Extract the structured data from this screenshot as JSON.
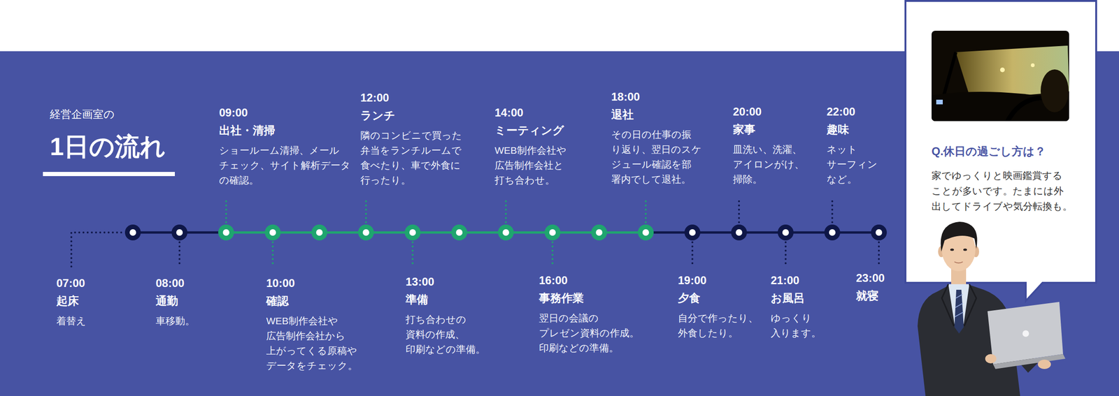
{
  "diagram": {
    "title": "1日の流れ",
    "nodes": [
      {
        "text": [
          "07:00",
          "起床",
          "着替え"
        ]
      },
      {
        "text": [
          "08:00",
          "通勤",
          "車移動。"
        ]
      },
      {
        "text": [
          "09:00",
          "出社・清掃",
          "ショールーム清掃、メール チェック、サイト解析データ の確認。"
        ]
      },
      {
        "text": [
          "10:00",
          "確認",
          "WEB制作会社や 広告制作会社から 上がってくる原稿や データをチェック。"
        ]
      },
      {
        "text": [
          "12:00",
          "ランチ",
          "隣のコンビニで買った 弁当をランチルームで 食べたり、車で外食に 行ったり。"
        ]
      },
      {
        "text": [
          "13:00",
          "準備",
          "打ち合わせの 資料の作成、 印刷などの準備。"
        ]
      },
      {
        "text": [
          "14:00",
          "ミーティング",
          "WEB制作会社や 広告制作会社と 打ち合わせ。"
        ]
      },
      {
        "text": [
          "16:00",
          "事務作業",
          "翌日の会議の プレゼン資料の作成。 印刷などの準備。"
        ]
      },
      {
        "text": [
          "18:00",
          "退社",
          "その日の仕事の振 り返り、翌日のスケ ジュール確認を部 署内でして退社。"
        ]
      },
      {
        "text": [
          "19:00",
          "夕食",
          "自分で作ったり、 外食したり。"
        ]
      },
      {
        "text": [
          "20:00",
          "家事",
          "皿洗い、洗濯、 アイロンがけ、 掃除。"
        ]
      },
      {
        "text": [
          "21:00",
          "お風呂",
          "ゆっくり 入ります。"
        ]
      },
      {
        "text": [
          "22:00",
          "趣味",
          "ネット サーフィン など。"
        ]
      },
      {
        "text": [
          "23:00",
          "就寝"
        ]
      },
      {
        "text": [
          "Q.休日の過ごし方は？",
          "家でゆっくりと映画鑑賞する ことが多いです。たまには外 出してドライブや気分転換も。"
        ]
      }
    ],
    "labels": [
      "経営企画室の"
    ]
  }
}
